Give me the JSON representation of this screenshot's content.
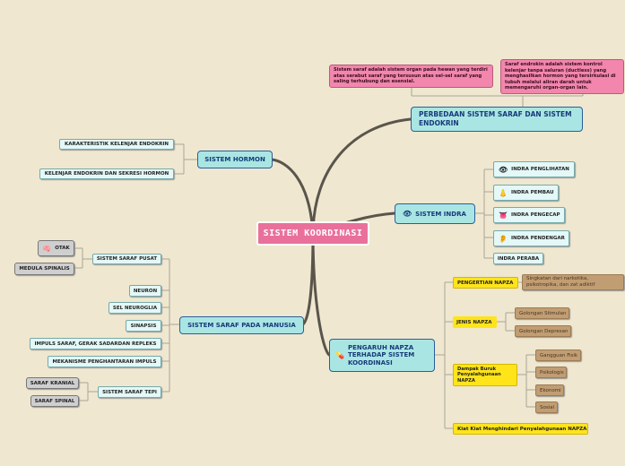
{
  "center": "SISTEM KOORDINASI",
  "perbedaan": {
    "title": "PERBEDAAN SISTEM SARAF DAN SISTEM ENDOKRIN",
    "saraf": "Sistem saraf adalah sistem organ pada hewan yang terdiri atas serabut saraf yang tersusun atas sel-sel saraf yang saling terhubung dan esensial.",
    "endokrin": "Saraf endrokin adalah sistem kontrol kelenjar tanpa saluran (ductless) yang menghasilkan hormon yang tersirkulasi di tubuh melalui aliran darah untuk memengaruhi organ-organ lain."
  },
  "hormon": {
    "title": "SISTEM HORMON",
    "items": [
      "KARAKTERISTIK KELENJAR ENDOKRIN",
      "KELENJAR ENDOKRIN DAN SEKRESI HORMON"
    ]
  },
  "indra": {
    "title": "SISTEM INDRA",
    "items": [
      "INDRA PENGLIHATAN",
      "INDRA PEMBAU",
      "INDRA PENGECAP",
      "INDRA PENDENGAR",
      "INDRA PERABA"
    ]
  },
  "saraf": {
    "title": "SISTEM SARAF PADA MANUSIA",
    "pusat": "SISTEM SARAF PUSAT",
    "otak": "OTAK",
    "medula": "MEDULA SPINALIS",
    "neuron": "NEURON",
    "neuroglia": "SEL NEUROGLIA",
    "sinapsis": "SINAPSIS",
    "impuls": "IMPULS SARAF, GERAK SADARDAN REPLEKS",
    "mekanisme": "MEKANISME PENGHANTARAN IMPULS",
    "tepi": "SISTEM SARAF TEPI",
    "kranial": "SARAF KRANIAL",
    "spinal": "SARAF SPINAL"
  },
  "napza": {
    "title": "PENGARUH NAPZA TERHADAP SISTEM KOORDINASI",
    "pengertian": "PENGERTIAN NAPZA",
    "definisi": "Singkatan dari narkotika, psikotropika, dan zat adiktif",
    "jenis": "JENIS NAPZA",
    "stimulan": "Golongan Stimulan",
    "depresan": "Golongan Depresan",
    "dampak": "Dampak Buruk Penyalahgunaan NAPZA",
    "dampak_items": [
      "Gangguan Fisik",
      "Psikologis",
      "Ekonomi",
      "Sosial"
    ],
    "kiat": "Kiat Kiat Menghindari Penyalahgunaan NAPZA"
  }
}
